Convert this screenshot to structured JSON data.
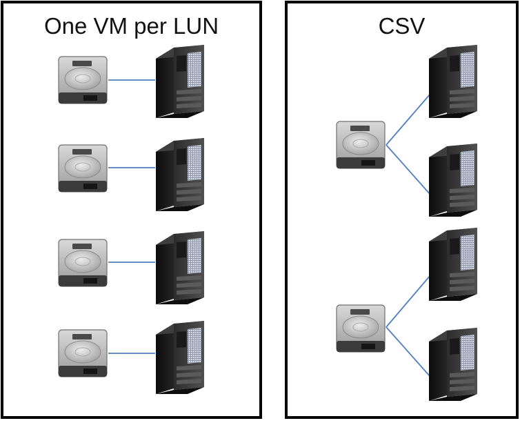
{
  "left_panel": {
    "title": "One VM per LUN",
    "disk_count": 4,
    "server_count": 4
  },
  "right_panel": {
    "title": "CSV",
    "disk_count": 2,
    "server_count": 4
  },
  "colors": {
    "connector": "#4f7ec1",
    "border": "#000000",
    "disk_body": "#8a8a8a",
    "server_body": "#1e1e1e",
    "server_grille": "#bcc5d6"
  },
  "icons": {
    "disk": "hard-drive-icon",
    "server": "tower-server-icon"
  }
}
